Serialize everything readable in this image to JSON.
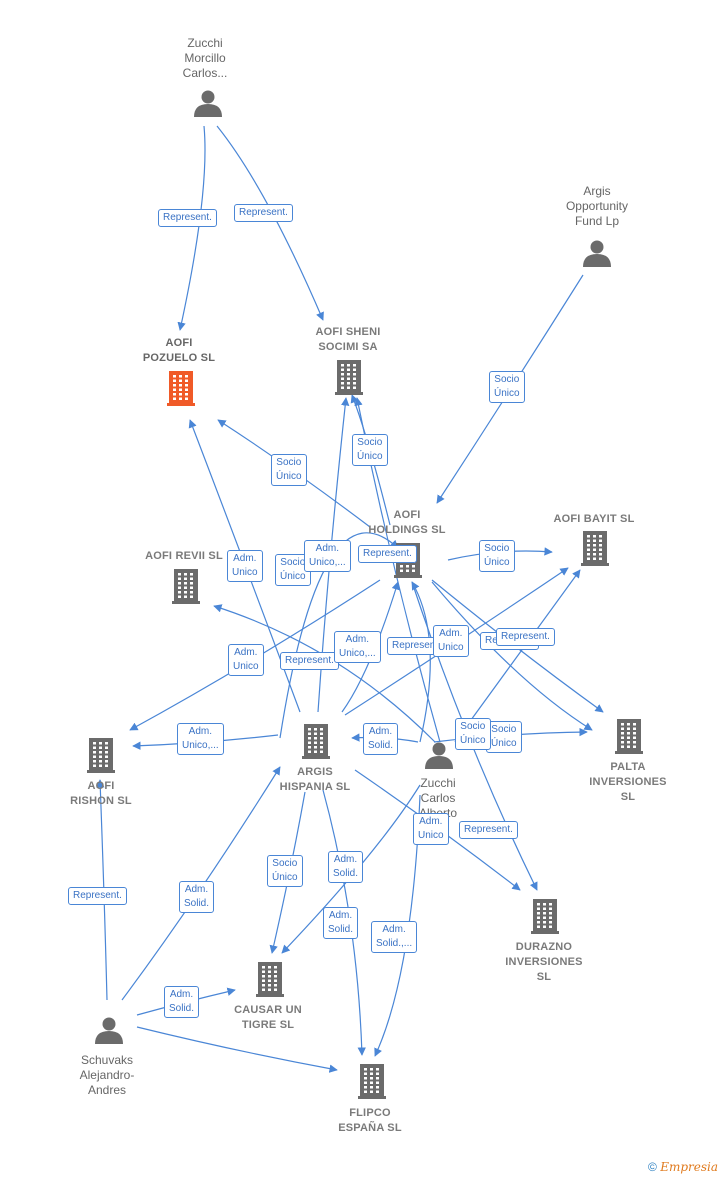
{
  "nodes": {
    "zucchi_morcillo": {
      "label": "Zucchi\nMorcillo\nCarlos...",
      "kind": "person"
    },
    "argis_opportunity": {
      "label": "Argis\nOpportunity\nFund Lp",
      "kind": "person"
    },
    "aofi_pozuelo": {
      "label": "AOFI\nPOZUELO  SL",
      "kind": "company",
      "highlight": true
    },
    "aofi_sheni": {
      "label": "AOFI SHENI\nSOCIMI SA",
      "kind": "company"
    },
    "aofi_holdings": {
      "label": "AOFI\nHOLDINGS  SL",
      "kind": "company"
    },
    "aofi_bayit": {
      "label": "AOFI BAYIT  SL",
      "kind": "company"
    },
    "aofi_revii": {
      "label": "AOFI REVII  SL",
      "kind": "company"
    },
    "argis_hispania": {
      "label": "ARGIS\nHISPANIA  SL",
      "kind": "company"
    },
    "zucchi_carlos": {
      "label": "Zucchi\nCarlos\nAlberto",
      "kind": "person"
    },
    "aofi_rishon": {
      "label": "AOFI\nRISHON  SL",
      "kind": "company"
    },
    "palta": {
      "label": "PALTA\nINVERSIONES\nSL",
      "kind": "company"
    },
    "durazno": {
      "label": "DURAZNO\nINVERSIONES\nSL",
      "kind": "company"
    },
    "causar": {
      "label": "CAUSAR UN\nTIGRE  SL",
      "kind": "company"
    },
    "flipco": {
      "label": "FLIPCO\nESPAÑA  SL",
      "kind": "company"
    },
    "schuvaks": {
      "label": "Schuvaks\nAlejandro-\nAndres",
      "kind": "person"
    }
  },
  "edge_labels": [
    "Represent.",
    "Represent.",
    "Socio\nÚnico",
    "Socio\nÚnico",
    "Socio\nÚnico",
    "Adm.\nUnico",
    "Socio\nÚnico",
    "Adm.\nUnico,...",
    "Represent.",
    "Socio\nÚnico",
    "Adm.\nUnico",
    "Represent.",
    "Adm.\nUnico,...",
    "Represent.",
    "Adm.\nUnico",
    "Represent.",
    "Adm.\nUnico,...",
    "Adm.\nSolid.",
    "Socio\nÚnico",
    "Represent.",
    "Adm.\nUnico",
    "Represent.",
    "Socio\nÚnico",
    "Adm.\nSolid.",
    "Adm.\nSolid.",
    "Socio\nÚnico",
    "Adm.\nSolid.,...",
    "Represent.",
    "Adm.\nSolid.",
    "Adm.\nSolid."
  ],
  "colors": {
    "accent": "#4a86d6",
    "icon_gray": "#6b6b6b",
    "highlight": "#f05a28"
  },
  "footer": {
    "copyright": "©",
    "brand": "Empresia"
  }
}
